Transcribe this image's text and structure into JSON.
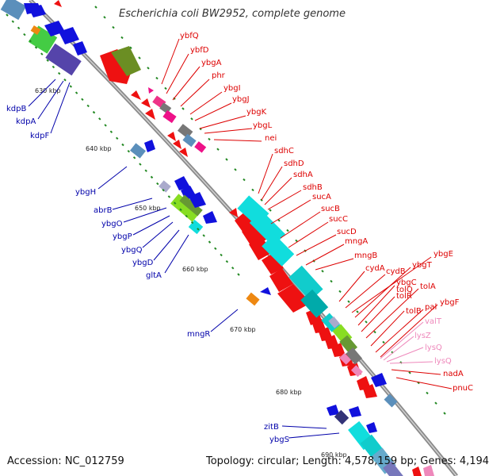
{
  "title": "Escherichia coli BW2952, complete genome",
  "footer": {
    "accession": "Accession: NC_012759",
    "topology": "Topology: circular; Length: 4,578,159 bp; Genes: 4,194"
  },
  "colors": {
    "forward_labels": "#dd0000",
    "reverse_labels": "#0000aa",
    "rna_labels": "#ee88bb",
    "backbone": "#888888",
    "tick": "#228822"
  },
  "ticks": [
    "630 kbp",
    "640 kbp",
    "650 kbp",
    "660 kbp",
    "670 kbp",
    "680 kbp",
    "690 kbp"
  ],
  "forward_genes": [
    "ybfQ",
    "ybfD",
    "ybgA",
    "phr",
    "ybgI",
    "ybgJ",
    "ybgK",
    "ybgL",
    "nei",
    "sdhC",
    "sdhD",
    "sdhA",
    "sdhB",
    "sucA",
    "sucB",
    "sucC",
    "sucD",
    "mngA",
    "mngB",
    "cydA",
    "cydB",
    "ybgE",
    "ybgT",
    "ybgC",
    "tolQ",
    "tolR",
    "tolA",
    "tolB",
    "pal",
    "ybgF",
    "nadA",
    "pnuC"
  ],
  "reverse_genes": [
    "kdpB",
    "kdpA",
    "kdpF",
    "ybgH",
    "abrB",
    "ybgO",
    "ybgP",
    "ybgQ",
    "ybgD",
    "gltA",
    "mngR",
    "zitB",
    "ybgS"
  ],
  "rna_genes": [
    "valT",
    "lysZ",
    "lysQ",
    "lysQ"
  ]
}
